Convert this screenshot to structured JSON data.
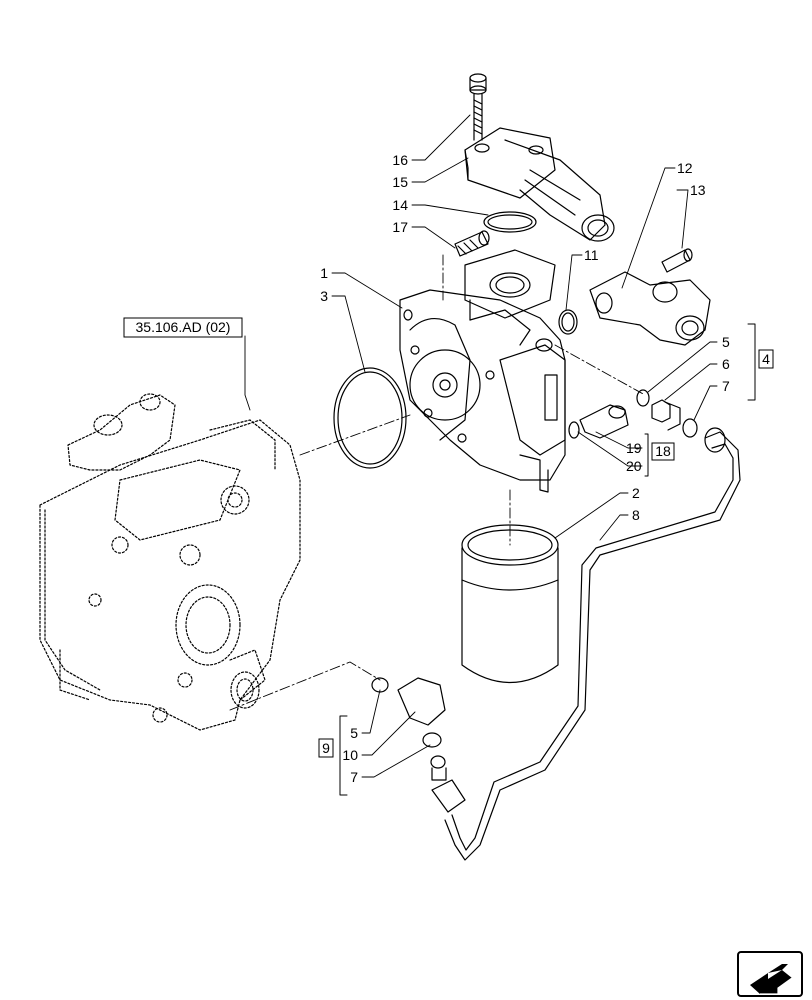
{
  "diagram": {
    "callouts": [
      {
        "id": "16",
        "label": "16"
      },
      {
        "id": "15",
        "label": "15"
      },
      {
        "id": "14",
        "label": "14"
      },
      {
        "id": "17",
        "label": "17"
      },
      {
        "id": "1",
        "label": "1"
      },
      {
        "id": "3",
        "label": "3"
      },
      {
        "id": "12",
        "label": "12"
      },
      {
        "id": "13",
        "label": "13"
      },
      {
        "id": "11",
        "label": "11"
      },
      {
        "id": "5a",
        "label": "5"
      },
      {
        "id": "6",
        "label": "6"
      },
      {
        "id": "7a",
        "label": "7"
      },
      {
        "id": "19",
        "label": "19"
      },
      {
        "id": "20",
        "label": "20"
      },
      {
        "id": "2",
        "label": "2"
      },
      {
        "id": "8",
        "label": "8"
      },
      {
        "id": "5b",
        "label": "5"
      },
      {
        "id": "10",
        "label": "10"
      },
      {
        "id": "7b",
        "label": "7"
      }
    ],
    "groups": [
      {
        "id": "group-4",
        "label": "4"
      },
      {
        "id": "group-18",
        "label": "18"
      },
      {
        "id": "group-9",
        "label": "9"
      }
    ],
    "reference": {
      "label": "35.106.AD (02)"
    },
    "nav": {
      "icon": "next-page-arrow-icon"
    }
  }
}
